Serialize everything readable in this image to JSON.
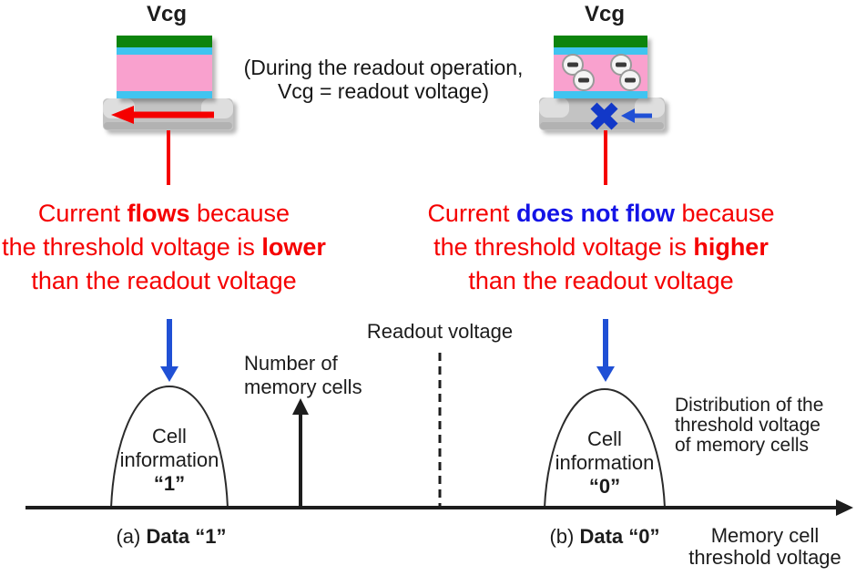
{
  "colors": {
    "red": "#f50000",
    "blue_text": "#1414e6",
    "blue_arrow": "#2050d5",
    "blue_x": "#1238c8",
    "control_gate_green": "#108410",
    "oxide_cyan": "#40c4f0",
    "floating_gate_pink": "#f9a1ce",
    "substrate_gray": "#c3c3c3",
    "source_drain_light": "#dedede",
    "axis_black": "#1d1d1d"
  },
  "left_device": {
    "gate_label": "Vcg"
  },
  "right_device": {
    "gate_label": "Vcg"
  },
  "note": {
    "line1": "(During the readout operation,",
    "line2": "Vcg = readout voltage)"
  },
  "left_caption": {
    "l1a": "Current ",
    "l1b": "flows",
    "l1c": " because",
    "l2a": "the threshold voltage is ",
    "l2b": "lower",
    "l3": "than the readout voltage"
  },
  "right_caption": {
    "l1a": "Current ",
    "l1b": "does not flow",
    "l1c": " because",
    "l2a": "the threshold voltage is ",
    "l2b": "higher",
    "l3": "than the readout voltage"
  },
  "chart": {
    "readout_label": "Readout voltage",
    "y_label1": "Number of",
    "y_label2": "memory cells",
    "dist1": "Distribution of the",
    "dist2": "threshold voltage",
    "dist3": "of memory cells",
    "x_label1": "Memory cell",
    "x_label2": "threshold voltage",
    "curve1_l1": "Cell",
    "curve1_l2": "information",
    "curve1_l3": "“1”",
    "curve1_cap_a": "(a) ",
    "curve1_cap_b": "Data “1”",
    "curve0_l1": "Cell",
    "curve0_l2": "information",
    "curve0_l3": "“0”",
    "curve0_cap_a": "(b) ",
    "curve0_cap_b": "Data “0”"
  }
}
